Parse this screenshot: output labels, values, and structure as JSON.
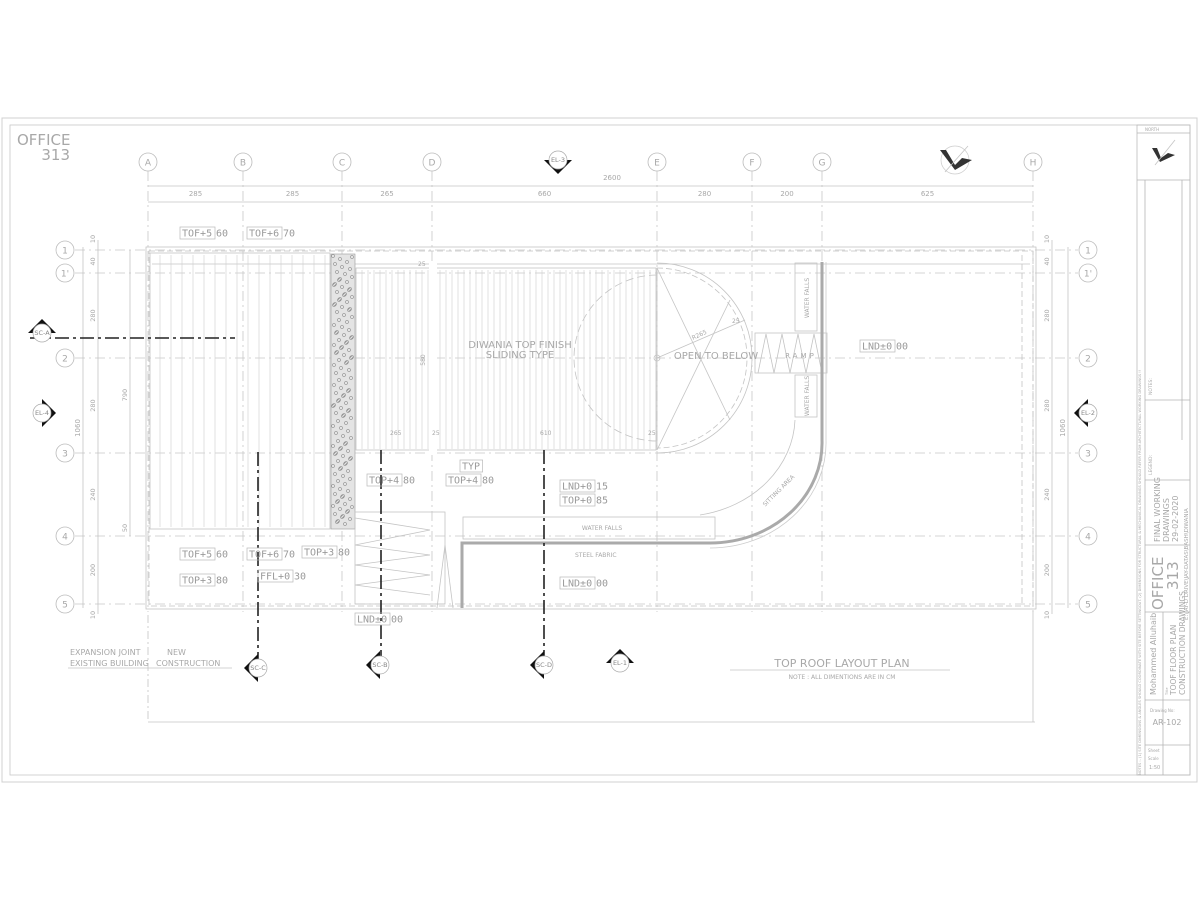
{
  "logo": {
    "line1": "OFFICE",
    "line2": "313"
  },
  "grid": {
    "columns": [
      "A",
      "B",
      "C",
      "D",
      "E",
      "F",
      "G",
      "H"
    ],
    "rows": [
      "1",
      "1'",
      "2",
      "3",
      "4",
      "5"
    ]
  },
  "dimensions": {
    "overall_horizontal": "2600",
    "horizontal": [
      "285",
      "285",
      "265",
      "660",
      "280",
      "200",
      "625"
    ],
    "overall_vertical": "1060",
    "vertical": [
      "10",
      "40",
      "280",
      "280",
      "240",
      "200",
      "10"
    ],
    "left_inner": [
      "790",
      "50"
    ],
    "plan": [
      "265",
      "610",
      "25",
      "25",
      "25",
      "580",
      "25",
      "R265"
    ]
  },
  "level_tags": [
    {
      "tag": "TOF+5",
      "value": "60"
    },
    {
      "tag": "TOF+6",
      "value": "70"
    },
    {
      "tag": "TOP+4",
      "value": "80"
    },
    {
      "tag": "TOP+4",
      "value": "80"
    },
    {
      "tag": "TYP",
      "value": ""
    },
    {
      "tag": "LND+0",
      "value": "15"
    },
    {
      "tag": "TOP+0",
      "value": "85"
    },
    {
      "tag": "LND±0",
      "value": "00"
    },
    {
      "tag": "TOF+5",
      "value": "60"
    },
    {
      "tag": "TOF+6",
      "value": "70"
    },
    {
      "tag": "TOP+3",
      "value": "80"
    },
    {
      "tag": "TOP+3",
      "value": "80"
    },
    {
      "tag": "FFL+0",
      "value": "30"
    },
    {
      "tag": "LND±0",
      "value": "00"
    },
    {
      "tag": "LND±0",
      "value": "00"
    }
  ],
  "plan_labels": {
    "diwania_1": "DIWANIA TOP FINISH",
    "diwania_2": "SLIDING TYPE",
    "open_below": "OPEN TO BELOW",
    "ramp": "RAMP",
    "water_falls_top": "WATER FALLS",
    "water_falls_mid": "WATER FALLS",
    "water_falls_bottom": "WATER FALLS",
    "steel_fabric": "STEEL FABRIC",
    "sitting_area": "SITTING AREA",
    "expansion_joint": "EXPANSION JOINT",
    "new": "NEW",
    "existing_building": "EXISTING BUILDING",
    "construction": "CONSTRUCTION"
  },
  "markers": {
    "el_top": "EL-3",
    "el_bottom": "EL-1",
    "el_right": "EL-2",
    "el_left": "EL-4",
    "sc_left": "SC-A",
    "sc_c": "SC-C",
    "sc_b": "SC-B",
    "sc_d": "SC-D"
  },
  "drawing_title": {
    "title": "TOP ROOF LAYOUT PLAN",
    "note": "NOTE : ALL DIMENTIONS ARE IN CM"
  },
  "title_block": {
    "north": "NORTH",
    "general_notes": "NOTES :- (1) SITE DIMENSIONS & ANGLES SHOULD COORDINATE WITH SITE BEFORE SETTINGOUT. (2) DIMENSIONS FOR STRUCTURAL & MECHANICAL DRAWINGS SHOULD REFER FROM ARCHITECTURAL WORKING DRAWINGS !!",
    "notes_heading": "NOTES:",
    "legend_heading": "LEGEND:",
    "status_1": "FINAL WORKING",
    "status_2": "DRAWINGS",
    "date": "29-02-2020",
    "office_1": "OFFICE",
    "office_2": "313",
    "file_path": "E:\\JAY-D DRIVE\\JAY-DATAS\\BASH\\DIWANIA",
    "client": "Mohammed Alluhaib",
    "title_label": "Title",
    "sheet_title_1": "TOOF FLOOR PLAN",
    "sheet_title_2": "CONSTRUCTION DRAWINGS",
    "drawing_no_label": "Drawing No:",
    "drawing_no": "AR-102",
    "sheet_label": "Sheet",
    "scale_label": "Scale",
    "scale": "1:50"
  }
}
